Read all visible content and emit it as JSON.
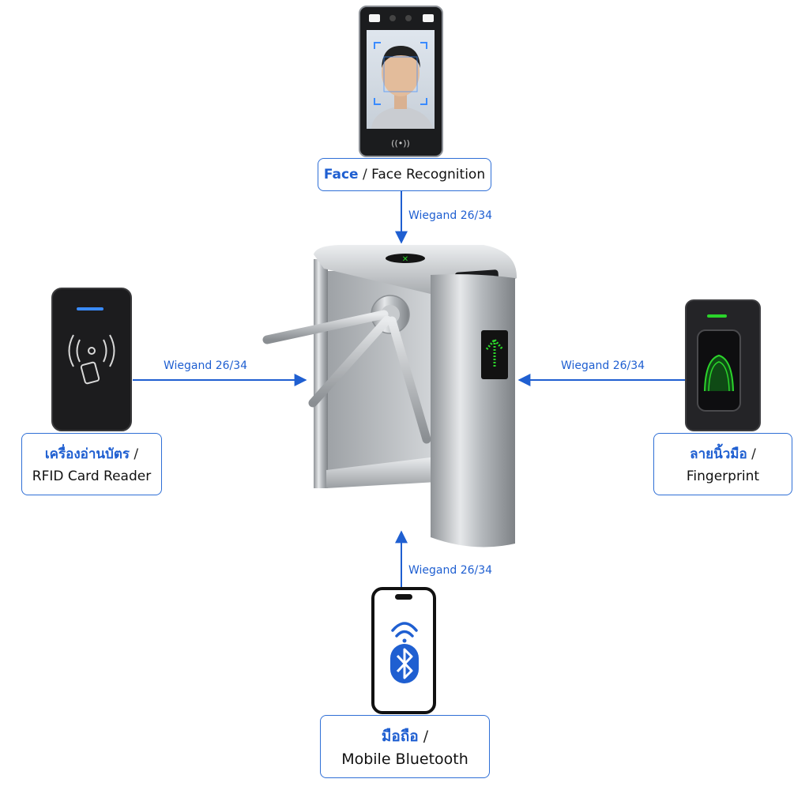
{
  "devices": {
    "face": {
      "primary": "Face",
      "separator": "/",
      "secondary": "Face Recognition"
    },
    "rfid": {
      "primary": "เครื่องอ่านบัตร",
      "separator": "/",
      "secondary": "RFID Card Reader"
    },
    "fingerprint": {
      "primary": "ลายนิ้วมือ",
      "separator": "/",
      "secondary": "Fingerprint"
    },
    "mobile": {
      "primary": "มือถือ",
      "separator": "/",
      "secondary": "Mobile Bluetooth"
    }
  },
  "connections": {
    "top": "Wiegand 26/34",
    "left": "Wiegand 26/34",
    "right": "Wiegand 26/34",
    "bottom": "Wiegand 26/34"
  },
  "icons": {
    "face_terminal": "face-terminal-icon",
    "rfid_reader": "rfid-reader-icon",
    "fingerprint_reader": "fingerprint-reader-icon",
    "smartphone": "smartphone-bluetooth-icon",
    "turnstile": "tripod-turnstile-icon"
  },
  "colors": {
    "accent": "#1f5fd1",
    "arrow": "#1f5fd1",
    "device_dark": "#1c1c1e",
    "steel": "#b8bcc0",
    "green_indicator": "#2bd42b",
    "blue_led": "#3a8bff"
  }
}
